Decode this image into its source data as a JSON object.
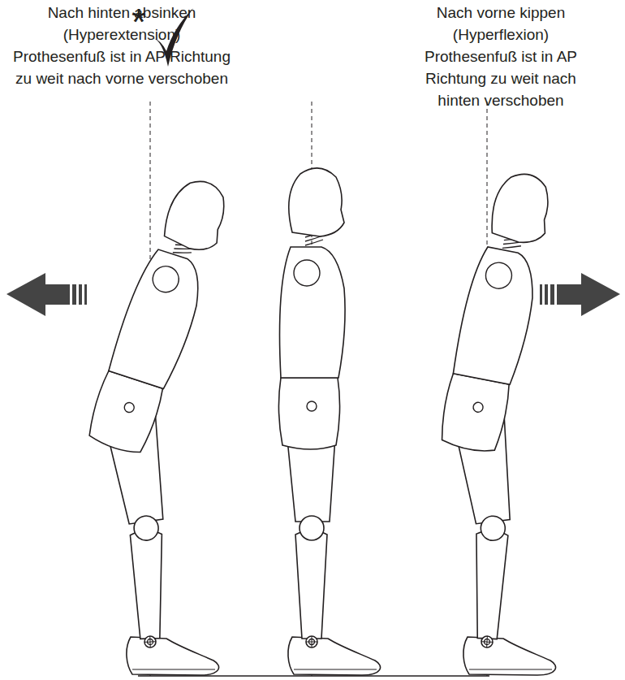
{
  "diagram": {
    "labels": [
      "Nach hinten absinken",
      "(Hyperextension)",
      "Prothesenfuß ist in AP Richtung zu weit nach vorne verschoben",
      "*",
      "Nach vorne kippen",
      "(Hyperflexion)",
      "Prothesenfuß ist in AP Richtung zu weit nach hinten verschoben"
    ]
  }
}
